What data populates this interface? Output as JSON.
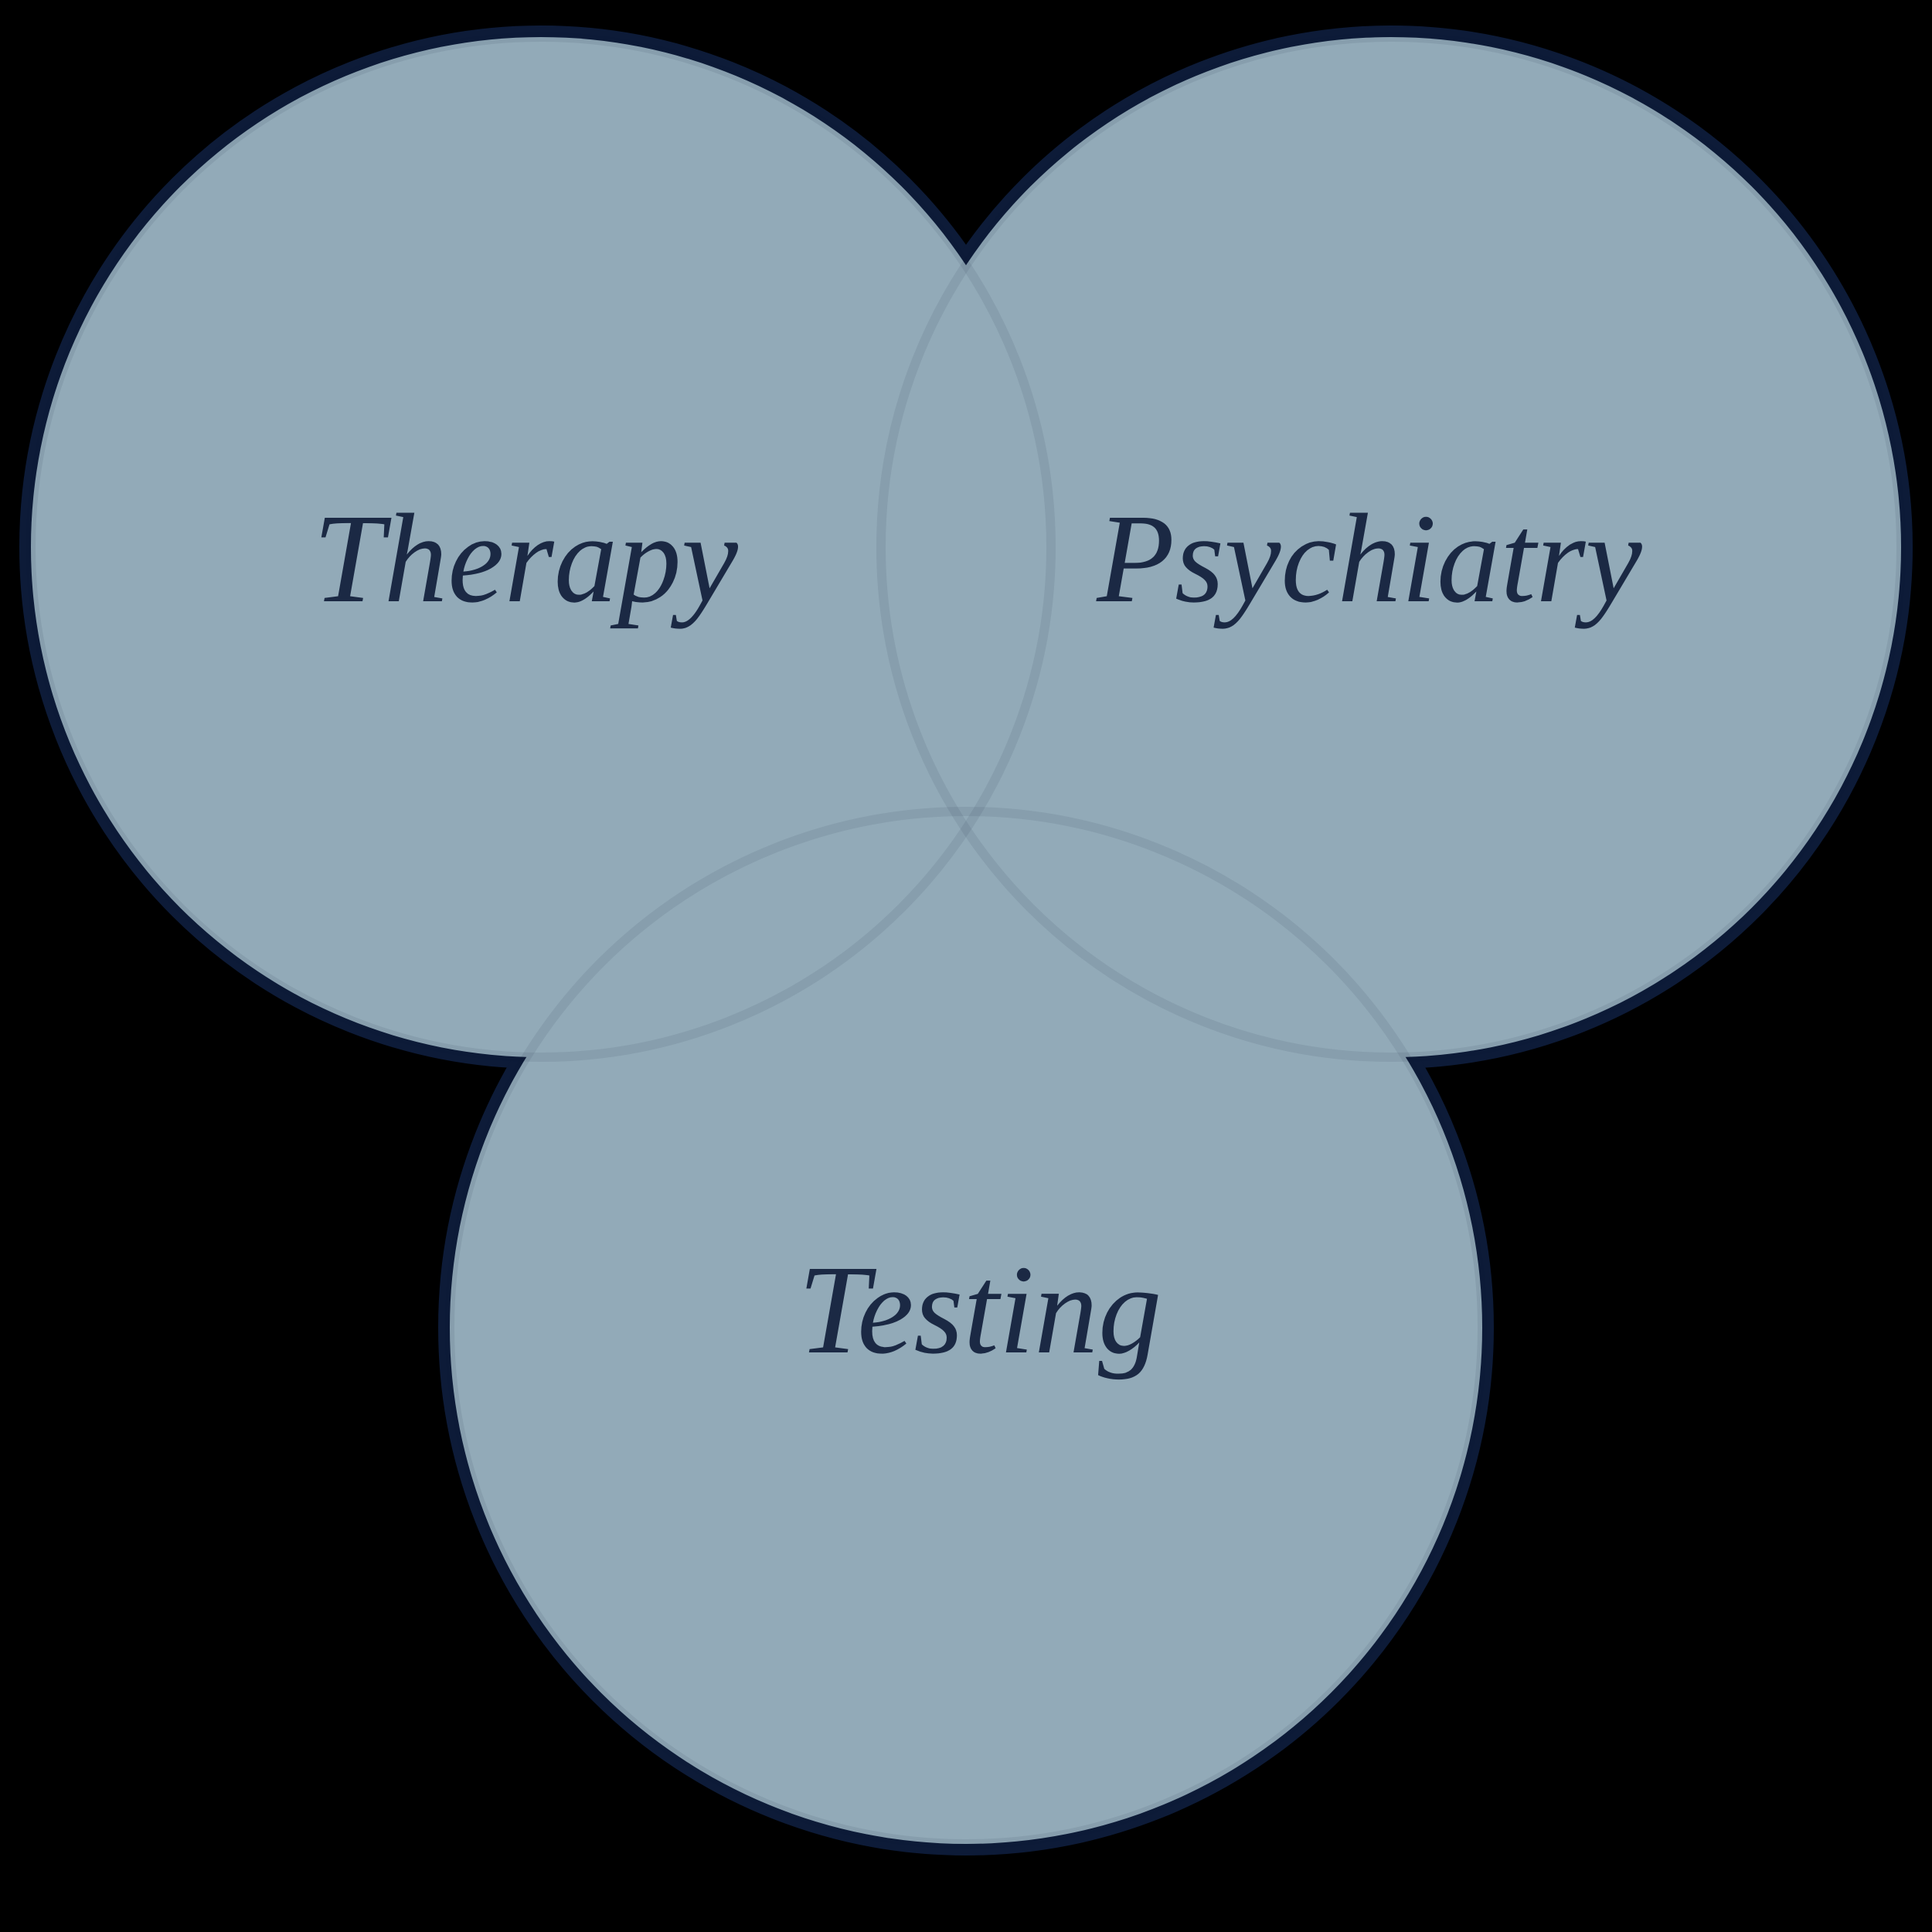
{
  "diagram": {
    "type": "venn",
    "title": "",
    "sets": [
      {
        "id": "therapy",
        "label": "Therapy"
      },
      {
        "id": "psychiatry",
        "label": "Psychiatry"
      },
      {
        "id": "testing",
        "label": "Testing"
      }
    ]
  },
  "colors": {
    "background": "#000000",
    "circle_fill": "#92aab8",
    "circle_stroke": "#0d1b38",
    "label_text": "#1b2944"
  }
}
